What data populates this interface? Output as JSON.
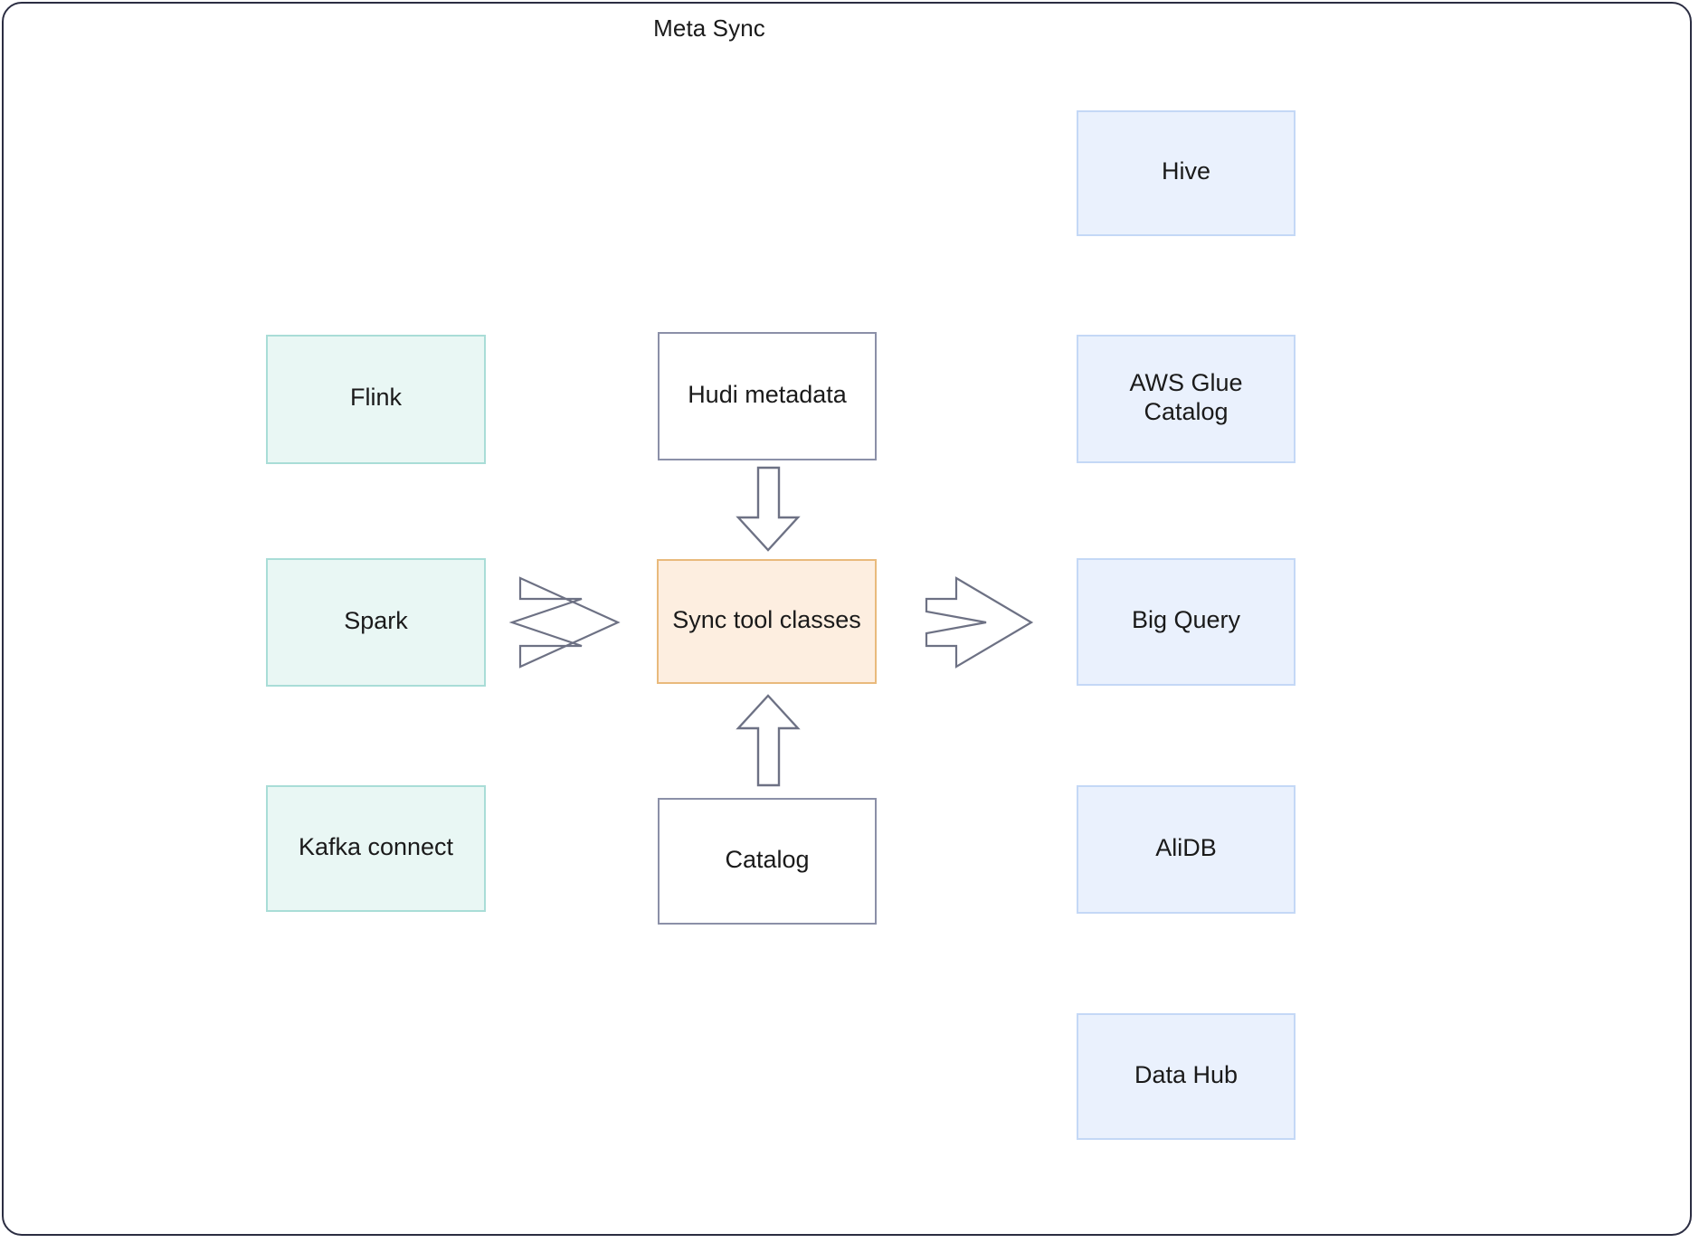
{
  "diagram": {
    "title": "Meta Sync",
    "type": "architecture-flow",
    "colors": {
      "frame_border": "#2b2d42",
      "source_fill": "#e9f7f4",
      "source_border": "#a9ddd7",
      "target_fill": "#eaf1fd",
      "target_border": "#c4d8f6",
      "plain_fill": "#ffffff",
      "plain_border": "#8b90a8",
      "highlight_fill": "#fdeee0",
      "highlight_border": "#e9ba7c",
      "arrow_stroke": "#6d7184",
      "text": "#1a1a1a"
    },
    "sources": [
      {
        "label": "Flink"
      },
      {
        "label": "Spark"
      },
      {
        "label": "Kafka connect"
      }
    ],
    "center": {
      "top_input": {
        "label": "Hudi metadata"
      },
      "hub": {
        "label": "Sync tool classes"
      },
      "bottom_input": {
        "label": "Catalog"
      }
    },
    "targets": [
      {
        "label": "Hive"
      },
      {
        "label": "AWS Glue Catalog"
      },
      {
        "label": "Big Query"
      },
      {
        "label": "AliDB"
      },
      {
        "label": "Data Hub"
      }
    ],
    "connectors": [
      {
        "name": "sources-to-hub",
        "direction": "right",
        "style": "block-chevron"
      },
      {
        "name": "hub-to-targets",
        "direction": "right",
        "style": "block-chevron"
      },
      {
        "name": "hudi-metadata-to-hub",
        "direction": "down",
        "style": "line-arrow"
      },
      {
        "name": "catalog-to-hub",
        "direction": "up",
        "style": "line-arrow"
      }
    ]
  }
}
